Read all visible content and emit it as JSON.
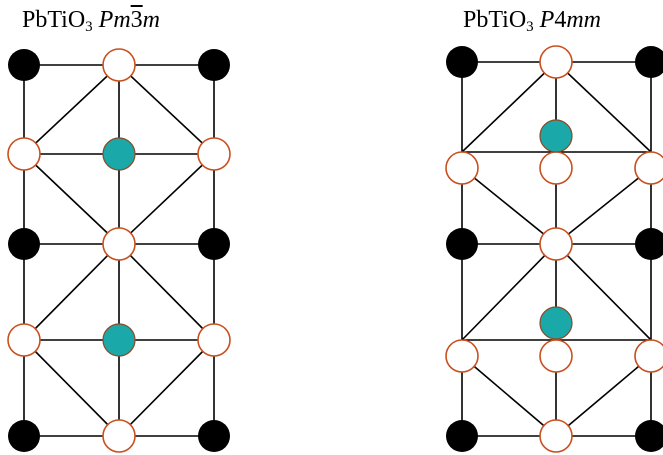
{
  "structures": [
    {
      "formula_main": "PbTiO",
      "formula_sub": "3",
      "sg_pre": "Pm",
      "sg_bar": "3",
      "sg_post": "m"
    },
    {
      "formula_main": "PbTiO",
      "formula_sub": "3",
      "sg_pre": "P",
      "sg_num": "4",
      "sg_post": "mm"
    }
  ],
  "colors": {
    "pb_atom": "#000000",
    "ti_atom": "#1aa8a8",
    "o_atom_fill": "#ffffff",
    "o_atom_stroke": "#c8501e",
    "bond": "#000000"
  }
}
